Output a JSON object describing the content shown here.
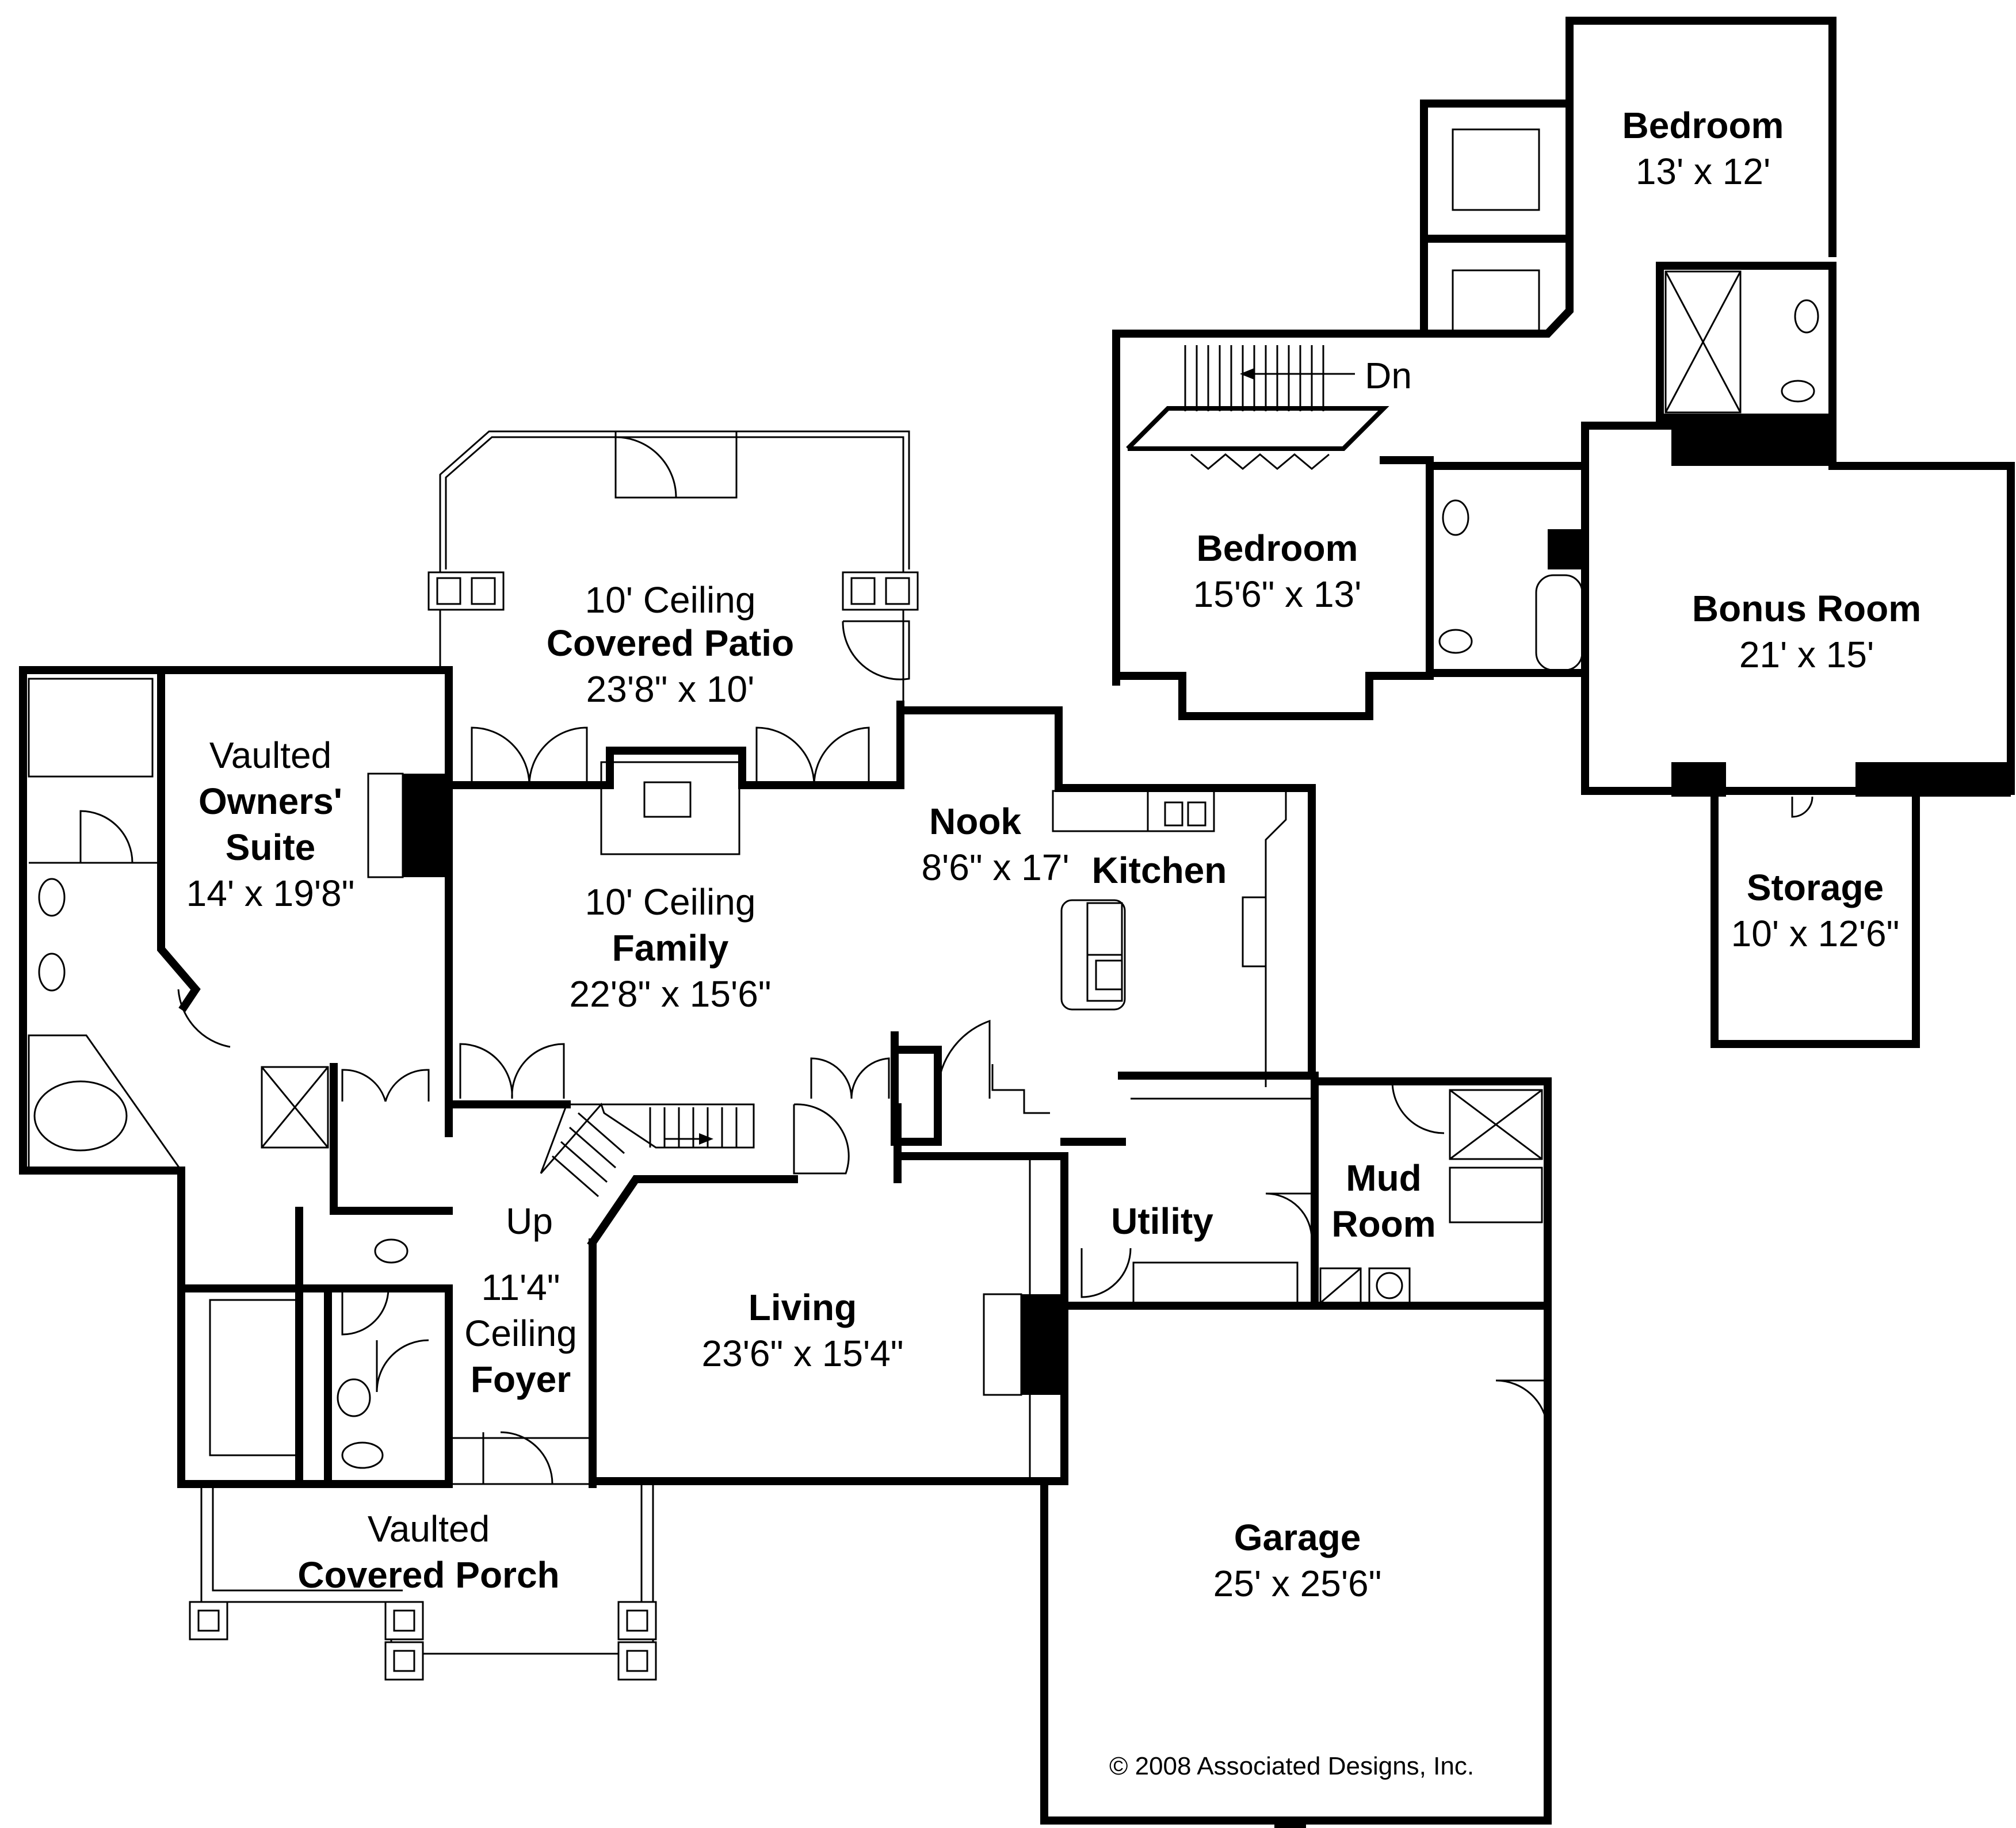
{
  "plan": {
    "upper_floor": {
      "bedroom_ne": {
        "name": "Bedroom",
        "size": "13' x 12'"
      },
      "bedroom_w": {
        "name": "Bedroom",
        "size": "15'6\" x 13'"
      },
      "bonus_room": {
        "name": "Bonus Room",
        "size": "21' x 15'"
      },
      "storage": {
        "name": "Storage",
        "size": "10' x 12'6\""
      },
      "stair_label": "Dn"
    },
    "main_floor": {
      "covered_patio": {
        "ceiling": "10' Ceiling",
        "name": "Covered Patio",
        "size": "23'8\" x 10'"
      },
      "owners_suite": {
        "prefix": "Vaulted",
        "name_line1": "Owners'",
        "name_line2": "Suite",
        "size": "14' x 19'8\""
      },
      "family": {
        "ceiling": "10' Ceiling",
        "name": "Family",
        "size": "22'8\" x 15'6\""
      },
      "nook": {
        "name": "Nook",
        "size": "8'6\" x 17'"
      },
      "kitchen": {
        "name": "Kitchen"
      },
      "stair_label": "Up",
      "foyer": {
        "ceiling_line1": "11'4\"",
        "ceiling_line2": "Ceiling",
        "name": "Foyer"
      },
      "living": {
        "name": "Living",
        "size": "23'6\" x 15'4\""
      },
      "utility": {
        "name": "Utility"
      },
      "mud_room": {
        "name_line1": "Mud",
        "name_line2": "Room"
      },
      "garage": {
        "name": "Garage",
        "size": "25' x 25'6\""
      },
      "covered_porch": {
        "prefix": "Vaulted",
        "name": "Covered Porch"
      }
    },
    "copyright": "© 2008 Associated Designs, Inc."
  }
}
